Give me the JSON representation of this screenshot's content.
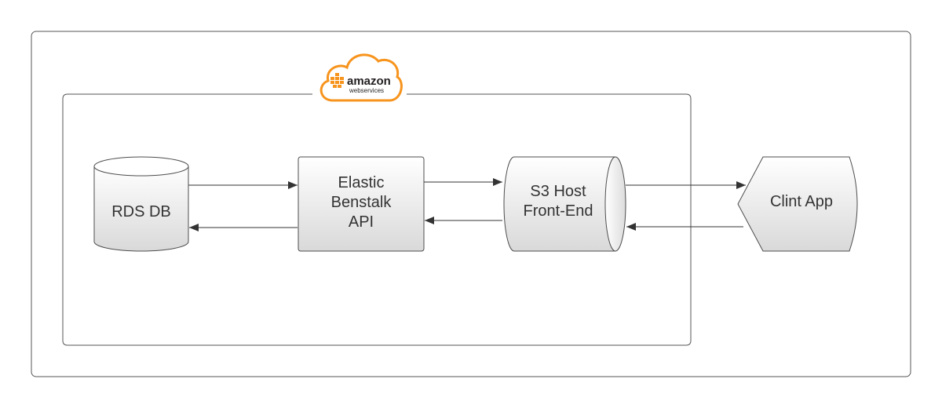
{
  "diagram": {
    "logo": {
      "name": "amazon",
      "subtitle": "webservices",
      "brand_color": "#f7941d"
    },
    "nodes": {
      "rds": {
        "label": "RDS DB"
      },
      "beanstalk": {
        "lines": [
          "Elastic",
          "Benstalk",
          "API"
        ]
      },
      "s3": {
        "lines": [
          "S3 Host",
          "Front-End"
        ]
      },
      "client": {
        "label": "Clint App"
      }
    },
    "colors": {
      "shape_fill_top": "#ffffff",
      "shape_fill_bottom": "#d9d9d9",
      "shape_stroke": "#4d4d4d",
      "edge_color": "#333333",
      "frame_stroke": "#555555"
    }
  }
}
